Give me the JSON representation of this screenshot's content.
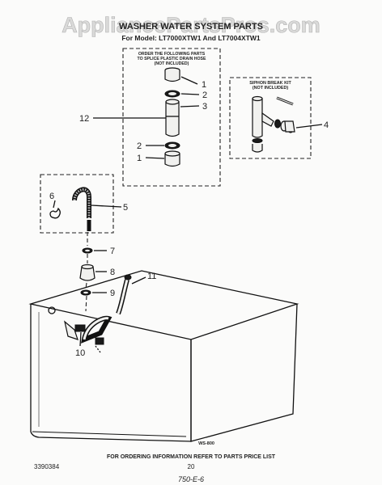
{
  "watermark": "AppliancePartsPros.com",
  "header": {
    "title": "WASHER WATER SYSTEM PARTS",
    "model_line": "For Model: LT7000XTW1 And LT7004XTW1"
  },
  "notes": {
    "order_note": [
      "ORDER THE FOLLOWING PARTS",
      "TO SPLICE PLASTIC DRAIN HOSE",
      "(NOT INCLUDED)"
    ],
    "siphon_note": [
      "SIPHON BREAK KIT",
      "(NOT INCLUDED)"
    ]
  },
  "callouts": {
    "c1_top": "1",
    "c2_top": "2",
    "c3": "3",
    "c12": "12",
    "c2_bottom": "2",
    "c1_bottom": "1",
    "c4": "4",
    "c6": "6",
    "c5": "5",
    "c7": "7",
    "c8": "8",
    "c9": "9",
    "c11": "11",
    "c10": "10"
  },
  "footer": {
    "diagram_code": "WS-800",
    "ordering_info": "FOR ORDERING INFORMATION REFER TO PARTS PRICE LIST",
    "doc_number": "3390384",
    "page_number": "20",
    "handwritten": "750-E-6"
  }
}
